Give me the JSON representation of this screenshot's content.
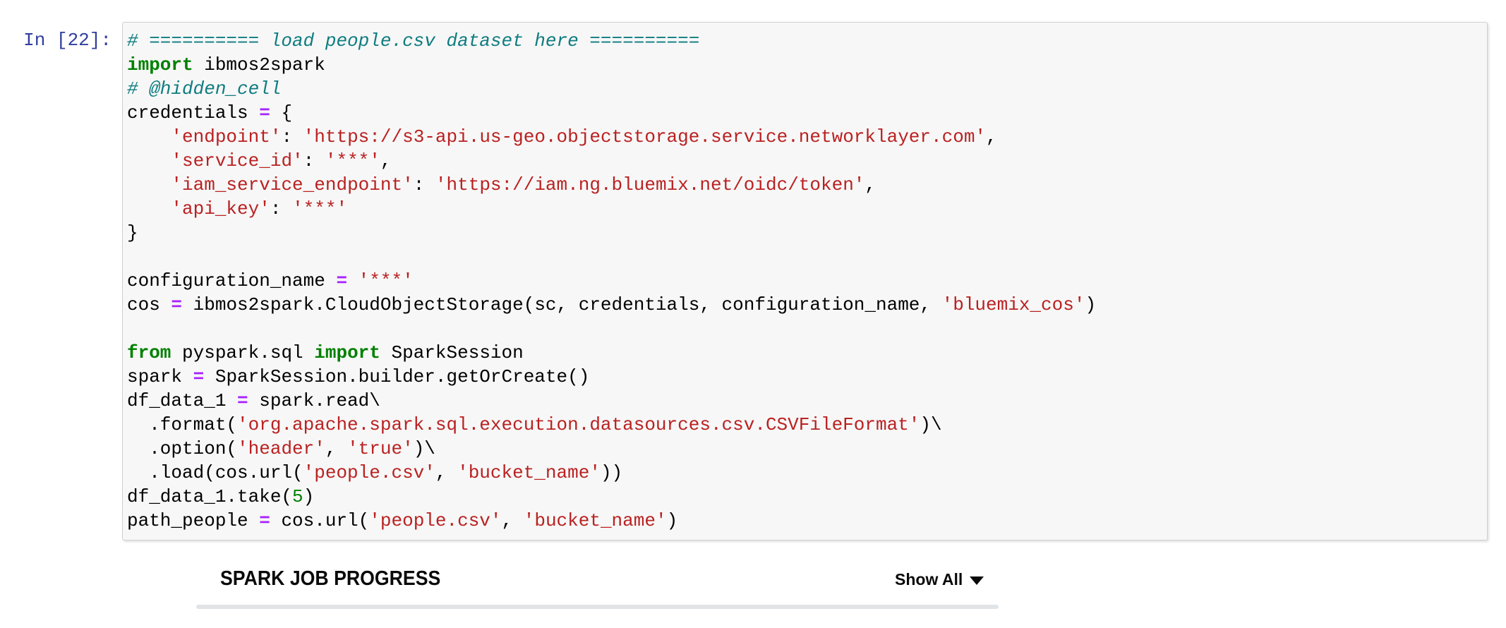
{
  "cell": {
    "prompt_label": "In [22]:",
    "colors": {
      "prompt": "#303F9F",
      "cell_background": "#F7F7F7",
      "cell_border": "#CFCFCF",
      "comment": "#0E7C80",
      "keyword": "#008000",
      "operator": "#AA22FF",
      "string": "#BA2121",
      "number": "#008000",
      "text": "#000000"
    },
    "code_lines": [
      [
        {
          "t": "# ========== load people.csv dataset here ==========",
          "c": "com"
        }
      ],
      [
        {
          "t": "import",
          "c": "kw"
        },
        {
          "t": " ibmos2spark",
          "c": ""
        }
      ],
      [
        {
          "t": "# @hidden_cell",
          "c": "com"
        }
      ],
      [
        {
          "t": "credentials ",
          "c": ""
        },
        {
          "t": "=",
          "c": "op"
        },
        {
          "t": " {",
          "c": ""
        }
      ],
      [
        {
          "t": "    ",
          "c": ""
        },
        {
          "t": "'endpoint'",
          "c": "str"
        },
        {
          "t": ": ",
          "c": ""
        },
        {
          "t": "'https://s3-api.us-geo.objectstorage.service.networklayer.com'",
          "c": "str"
        },
        {
          "t": ",",
          "c": ""
        }
      ],
      [
        {
          "t": "    ",
          "c": ""
        },
        {
          "t": "'service_id'",
          "c": "str"
        },
        {
          "t": ": ",
          "c": ""
        },
        {
          "t": "'***'",
          "c": "str"
        },
        {
          "t": ",",
          "c": ""
        }
      ],
      [
        {
          "t": "    ",
          "c": ""
        },
        {
          "t": "'iam_service_endpoint'",
          "c": "str"
        },
        {
          "t": ": ",
          "c": ""
        },
        {
          "t": "'https://iam.ng.bluemix.net/oidc/token'",
          "c": "str"
        },
        {
          "t": ",",
          "c": ""
        }
      ],
      [
        {
          "t": "    ",
          "c": ""
        },
        {
          "t": "'api_key'",
          "c": "str"
        },
        {
          "t": ": ",
          "c": ""
        },
        {
          "t": "'***'",
          "c": "str"
        }
      ],
      [
        {
          "t": "}",
          "c": ""
        }
      ],
      [],
      [
        {
          "t": "configuration_name ",
          "c": ""
        },
        {
          "t": "=",
          "c": "op"
        },
        {
          "t": " ",
          "c": ""
        },
        {
          "t": "'***'",
          "c": "str"
        }
      ],
      [
        {
          "t": "cos ",
          "c": ""
        },
        {
          "t": "=",
          "c": "op"
        },
        {
          "t": " ibmos2spark.CloudObjectStorage(sc, credentials, configuration_name, ",
          "c": ""
        },
        {
          "t": "'bluemix_cos'",
          "c": "str"
        },
        {
          "t": ")",
          "c": ""
        }
      ],
      [],
      [
        {
          "t": "from",
          "c": "kw"
        },
        {
          "t": " pyspark.sql ",
          "c": ""
        },
        {
          "t": "import",
          "c": "kw"
        },
        {
          "t": " SparkSession",
          "c": ""
        }
      ],
      [
        {
          "t": "spark ",
          "c": ""
        },
        {
          "t": "=",
          "c": "op"
        },
        {
          "t": " SparkSession.builder.getOrCreate()",
          "c": ""
        }
      ],
      [
        {
          "t": "df_data_1 ",
          "c": ""
        },
        {
          "t": "=",
          "c": "op"
        },
        {
          "t": " spark.read\\",
          "c": ""
        }
      ],
      [
        {
          "t": "  .format(",
          "c": ""
        },
        {
          "t": "'org.apache.spark.sql.execution.datasources.csv.CSVFileFormat'",
          "c": "str"
        },
        {
          "t": ")\\",
          "c": ""
        }
      ],
      [
        {
          "t": "  .option(",
          "c": ""
        },
        {
          "t": "'header'",
          "c": "str"
        },
        {
          "t": ", ",
          "c": ""
        },
        {
          "t": "'true'",
          "c": "str"
        },
        {
          "t": ")\\",
          "c": ""
        }
      ],
      [
        {
          "t": "  .load(cos.url(",
          "c": ""
        },
        {
          "t": "'people.csv'",
          "c": "str"
        },
        {
          "t": ", ",
          "c": ""
        },
        {
          "t": "'bucket_name'",
          "c": "str"
        },
        {
          "t": "))",
          "c": ""
        }
      ],
      [
        {
          "t": "df_data_1.take(",
          "c": ""
        },
        {
          "t": "5",
          "c": "num"
        },
        {
          "t": ")",
          "c": ""
        }
      ],
      [
        {
          "t": "path_people ",
          "c": ""
        },
        {
          "t": "=",
          "c": "op"
        },
        {
          "t": " cos.url(",
          "c": ""
        },
        {
          "t": "'people.csv'",
          "c": "str"
        },
        {
          "t": ", ",
          "c": ""
        },
        {
          "t": "'bucket_name'",
          "c": "str"
        },
        {
          "t": ")",
          "c": ""
        }
      ]
    ]
  },
  "spark_progress": {
    "title": "SPARK JOB PROGRESS",
    "show_all_label": "Show All",
    "dropdown_icon": "caret-down-icon",
    "bar_color": "#E1E4E7"
  }
}
